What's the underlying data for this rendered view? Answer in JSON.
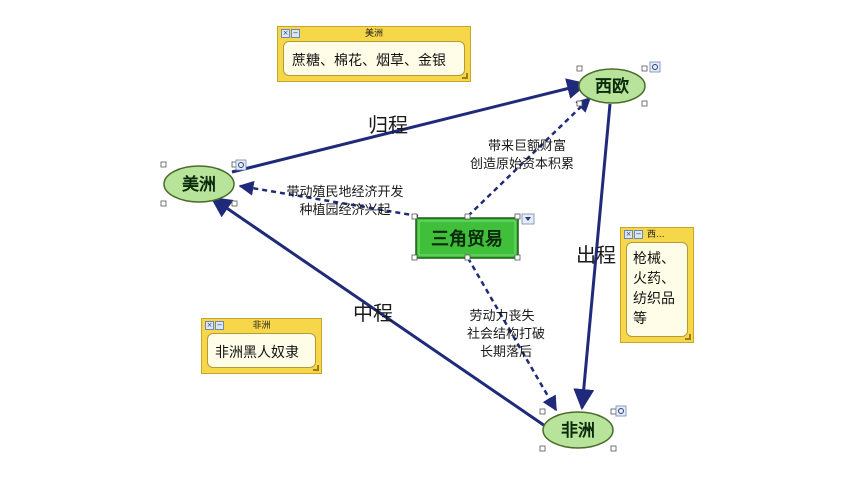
{
  "nodes": {
    "west_europe": "西欧",
    "americas": "美洲",
    "africa": "非洲",
    "center": "三角贸易"
  },
  "edges": {
    "return_trip": "归程",
    "outbound_trip": "出程",
    "middle_passage": "中程"
  },
  "annotations": {
    "to_europe": [
      "带来巨额财富",
      "创造原始资本积累"
    ],
    "to_americas": [
      "带动殖民地经济开发",
      "种植园经济兴起"
    ],
    "to_africa": [
      "劳动力丧失",
      "社会结构打破",
      "长期落后"
    ]
  },
  "notes": {
    "americas": {
      "title": "美洲",
      "body": "蔗糖、棉花、烟草、金银"
    },
    "africa": {
      "title": "非洲",
      "body": "非洲黑人奴隶"
    },
    "europe": {
      "title": "西...",
      "lines": [
        "枪械、",
        "火药、",
        "纺织品",
        "等"
      ]
    }
  },
  "colors": {
    "ellipse_fill": "#b8e39a",
    "center_fill": "#3fbf3a",
    "arrow": "#1f2b7a",
    "note": "#f7d74a"
  }
}
